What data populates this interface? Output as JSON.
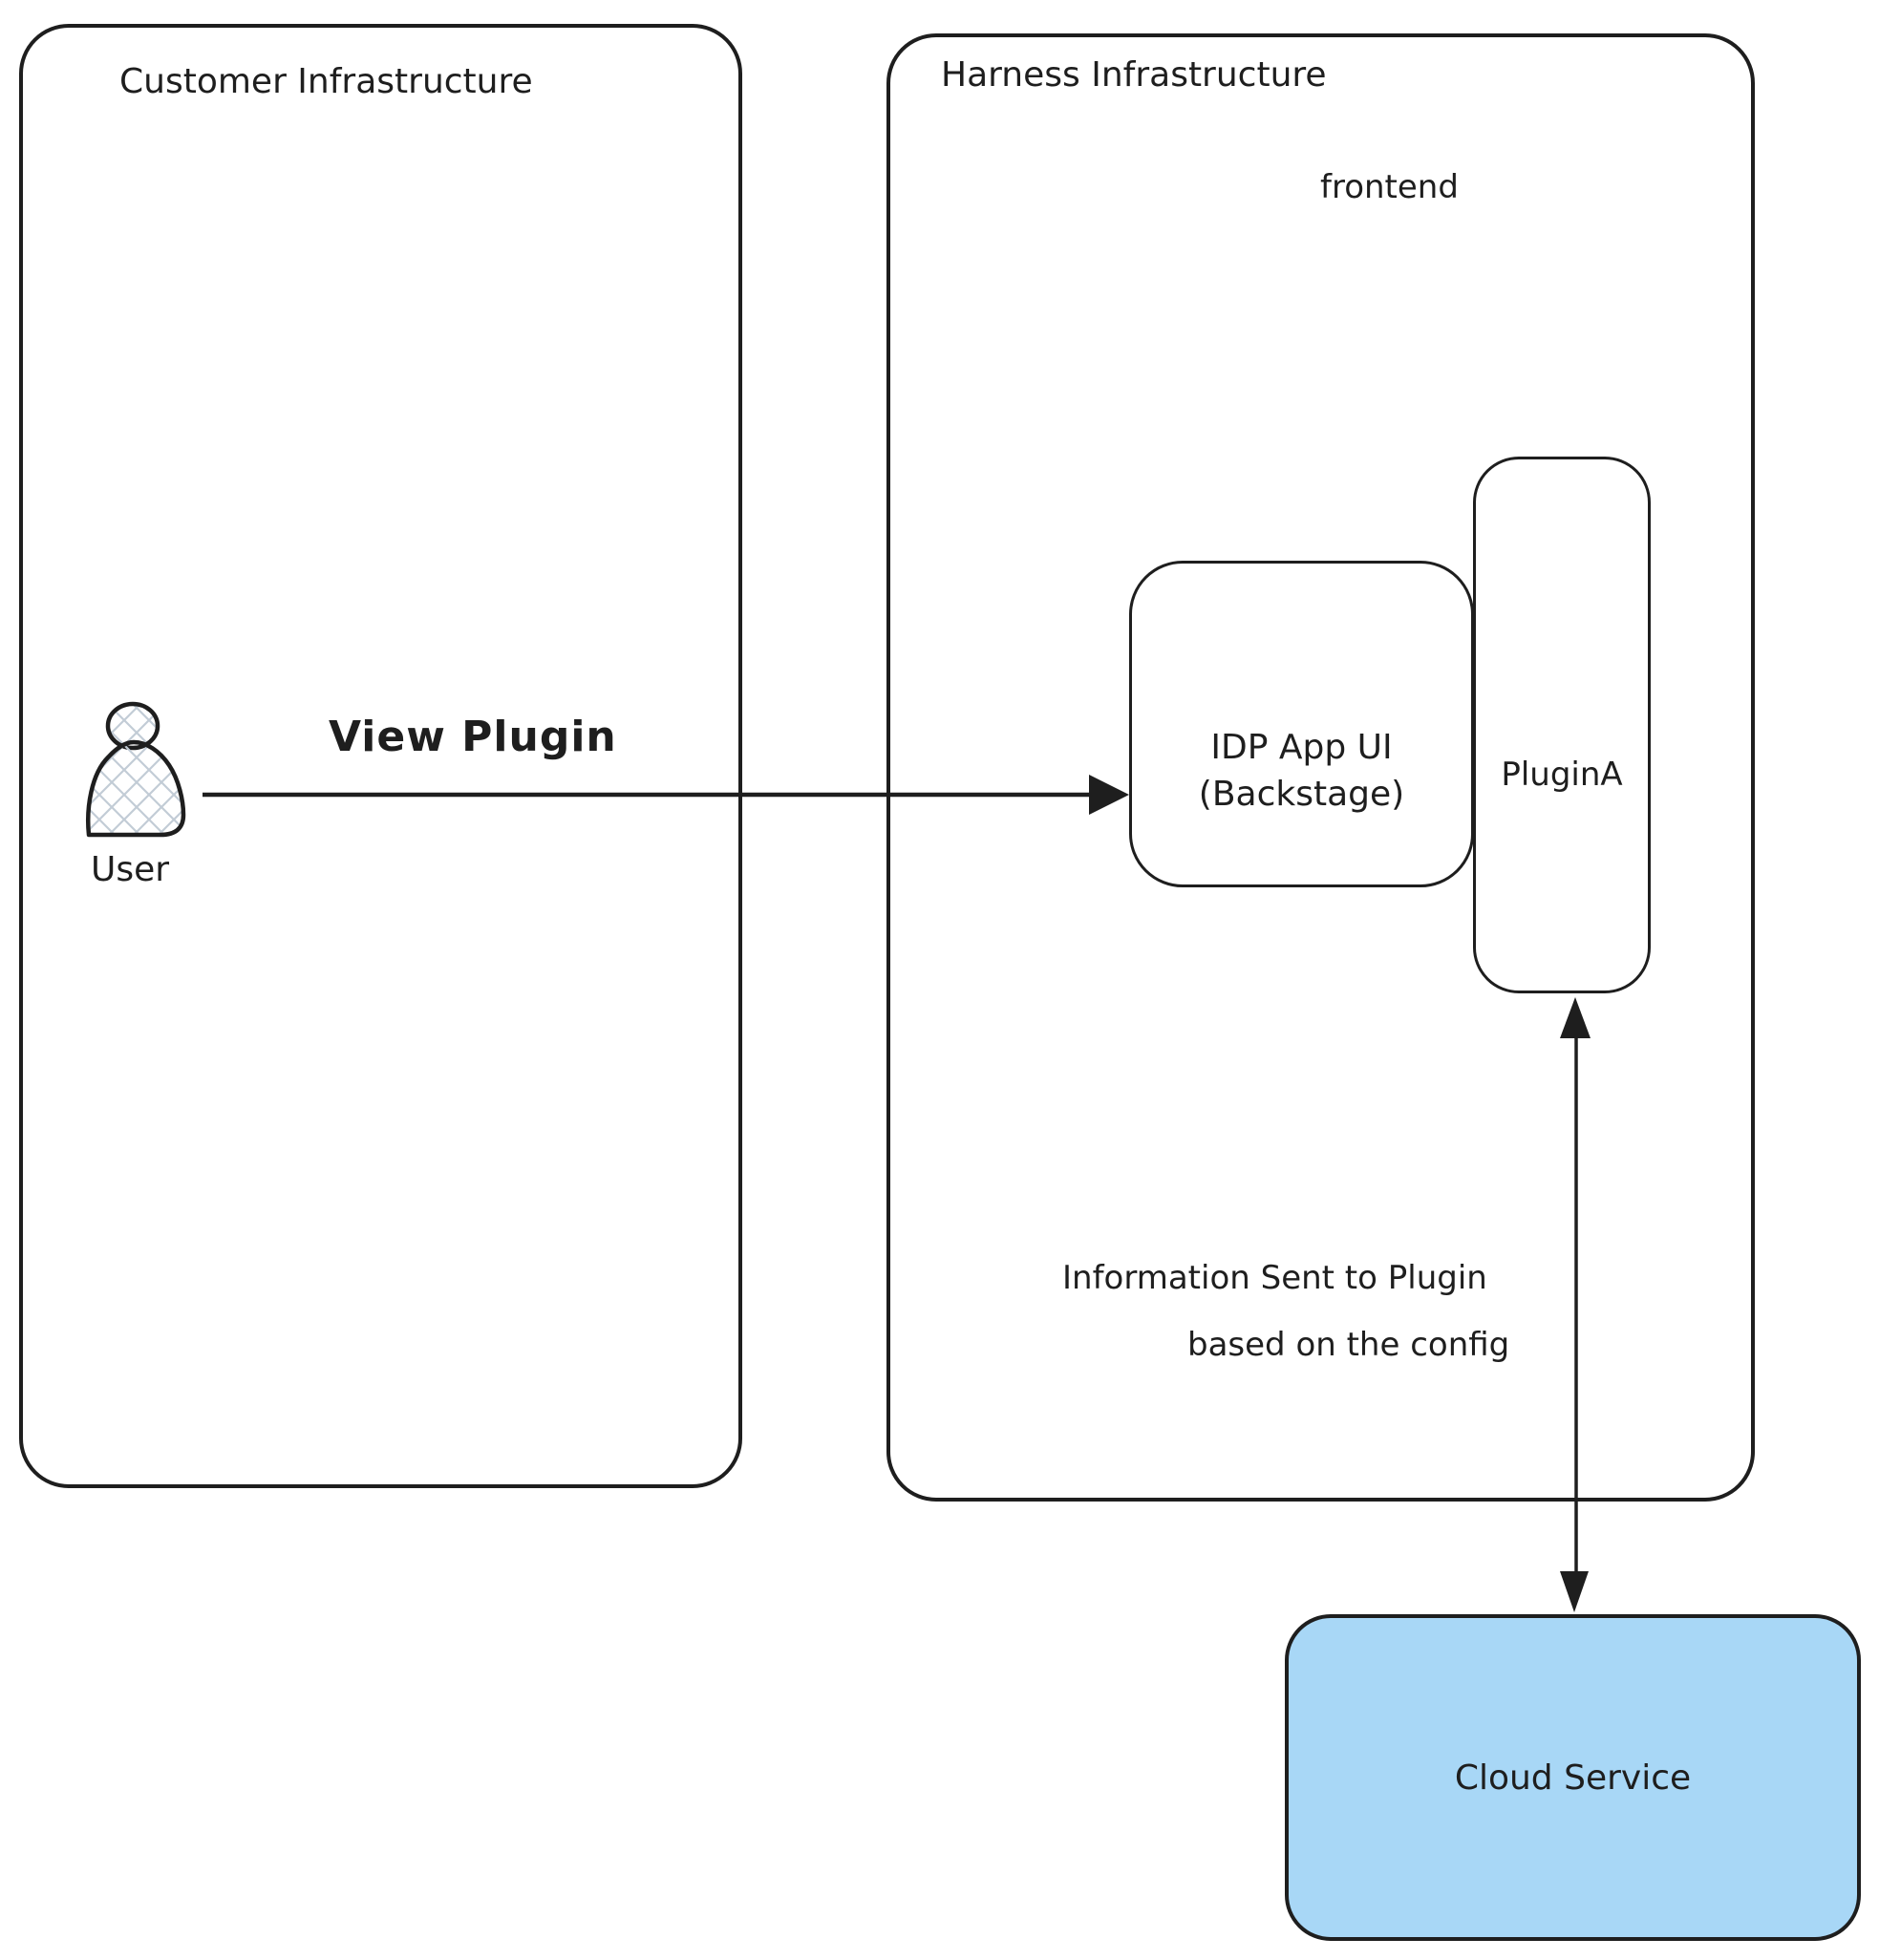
{
  "colors": {
    "stroke": "#1e1e1e",
    "cloud_fill": "#a8d7f6",
    "hatch": "#c2ccd6",
    "background": "#ffffff"
  },
  "customer_box": {
    "title": "Customer Infrastructure"
  },
  "harness_box": {
    "title": "Harness Infrastructure",
    "frontend_label": "frontend"
  },
  "user": {
    "label": "User"
  },
  "arrows": {
    "view_plugin": {
      "label": "View Plugin"
    },
    "info": {
      "line1": "Information Sent to Plugin",
      "line2": "based on the config"
    }
  },
  "idp_box": {
    "line1": "IDP App UI",
    "line2": "(Backstage)"
  },
  "plugin_box": {
    "label": "PluginA"
  },
  "cloud_box": {
    "label": "Cloud Service"
  }
}
